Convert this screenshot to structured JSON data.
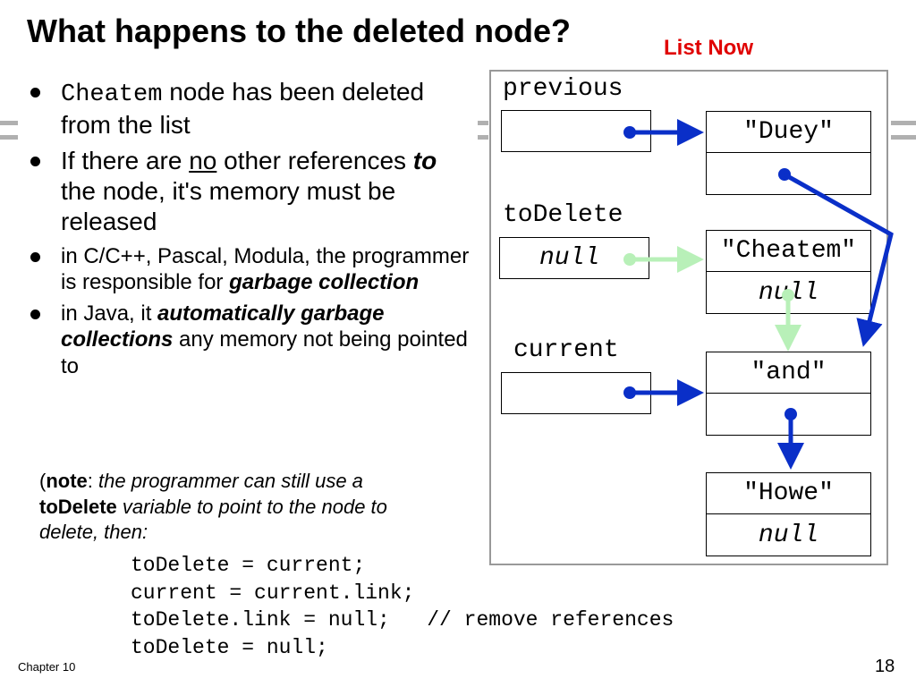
{
  "slide": {
    "title": "What happens to the deleted node?",
    "list_now_label": "List Now",
    "bullets": {
      "b1_code": "Cheatem",
      "b1_text": " node has been deleted from the list",
      "b2_pre": "If there are ",
      "b2_no": "no",
      "b2_mid": " other references ",
      "b2_to": "to",
      "b2_post": " the node, it's memory must be released",
      "b3_pre": "in C/C++, Pascal, Modula, the programmer is responsible for ",
      "b3_bold": "garbage collection",
      "b4_pre": "in Java, it ",
      "b4_bold": "automatically garbage collections",
      "b4_post": " any memory not being pointed to"
    },
    "note": {
      "open_paren": "(",
      "label": "note",
      "colon": ": ",
      "line1_italic": "the programmer can still use a",
      "line2_bold": "toDelete",
      "line2_italic": " variable to point to the node to",
      "line3_italic": "delete, then:"
    },
    "code_lines": [
      "toDelete = current;",
      "current = current.link;",
      "toDelete.link = null;   // remove references",
      "toDelete = null;"
    ],
    "footer": {
      "chapter": "Chapter 10",
      "page_number": "18"
    }
  },
  "diagram": {
    "variables": {
      "previous": {
        "label": "previous",
        "value": ""
      },
      "toDelete": {
        "label": "toDelete",
        "value": "null"
      },
      "current": {
        "label": "current",
        "value": ""
      }
    },
    "nodes": [
      {
        "data": "\"Duey\"",
        "link": ""
      },
      {
        "data": "\"Cheatem\"",
        "link": "null"
      },
      {
        "data": "\"and\"",
        "link": ""
      },
      {
        "data": "\"Howe\"",
        "link": "null"
      }
    ],
    "colors": {
      "active_arrow": "#0a2fc8",
      "released_arrow": "#b8f0b8",
      "list_now": "#e00000",
      "frame_border": "#999999"
    }
  }
}
